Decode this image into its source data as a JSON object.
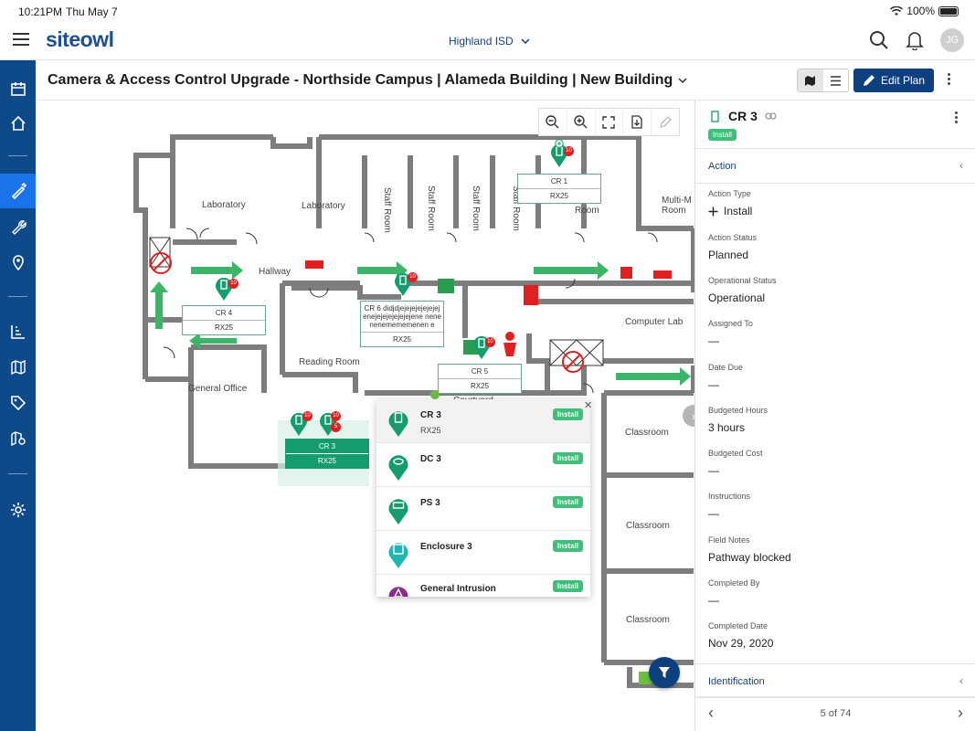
{
  "status_bar": {
    "time": "10:21PM",
    "date": "Thu May 7",
    "battery": "100%"
  },
  "header": {
    "logo": "siteowl",
    "district": "Highland ISD",
    "avatar_initials": "JG"
  },
  "title_bar": {
    "title": "Camera & Access Control Upgrade  -  Northside Campus | Alameda Building | New Building",
    "edit_label": "Edit Plan"
  },
  "map": {
    "rooms": [
      "Laboratory",
      "Laboratory",
      "Staff Room",
      "Staff Room",
      "Staff Room",
      "Staff Room",
      "Media Room",
      "Multi-M Room",
      "Hallway",
      "Reading Room",
      "General Office",
      "Computer Lab",
      "Courtyard",
      "Classroom",
      "Classroom",
      "Classroom"
    ],
    "tags": [
      {
        "name": "CR 1",
        "sub": "RX25"
      },
      {
        "name": "CR 4",
        "sub": "RX25"
      },
      {
        "name": "CR 6 didjdjejejejejejejejenejejejejejejejene nenenenemememenen e",
        "sub": "RX25"
      },
      {
        "name": "CR 5",
        "sub": "RX25"
      },
      {
        "name": "CR 3",
        "sub": "RX25"
      }
    ],
    "pin_counts": [
      "10",
      "10",
      "10",
      "10",
      "10",
      "10",
      "5"
    ],
    "popup": [
      {
        "name": "CR 3",
        "sub": "RX25",
        "badge": "Install",
        "color": "#159c6e"
      },
      {
        "name": "DC 3",
        "sub": "",
        "badge": "Install",
        "color": "#159c6e"
      },
      {
        "name": "PS 3",
        "sub": "",
        "badge": "Install",
        "color": "#159c6e"
      },
      {
        "name": "Enclosure 3",
        "sub": "",
        "badge": "Install",
        "color": "#1fb5b5"
      },
      {
        "name": "General Intrusion",
        "sub": "",
        "badge": "Install",
        "color": "#8a2d8a"
      }
    ]
  },
  "panel": {
    "title": "CR 3",
    "badge": "Install",
    "section_action": "Action",
    "fields": [
      {
        "label": "Action Type",
        "value": "Install"
      },
      {
        "label": "Action Status",
        "value": "Planned"
      },
      {
        "label": "Operational Status",
        "value": "Operational"
      },
      {
        "label": "Assigned To",
        "value": "—"
      },
      {
        "label": "Date Due",
        "value": "—"
      },
      {
        "label": "Budgeted Hours",
        "value": "3 hours"
      },
      {
        "label": "Budgeted Cost",
        "value": "—"
      },
      {
        "label": "Instructions",
        "value": "—"
      },
      {
        "label": "Field Notes",
        "value": "Pathway blocked"
      },
      {
        "label": "Completed By",
        "value": "—"
      },
      {
        "label": "Completed Date",
        "value": "Nov 29, 2020"
      }
    ],
    "section_identification": "Identification",
    "pager": "5 of 74"
  },
  "colors": {
    "brand": "#0e4a8a",
    "accent": "#1a73e8",
    "install_badge": "#3fbf7a",
    "device_pin": "#159c6e"
  }
}
